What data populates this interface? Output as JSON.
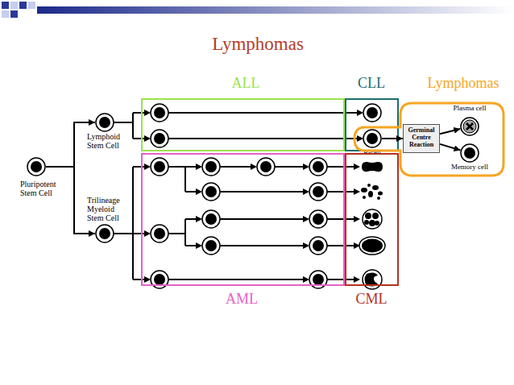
{
  "diagram": {
    "title": "Lymphomas",
    "nodes": [
      {
        "text": [
          "ALL"
        ]
      },
      {
        "text": [
          "CLL"
        ]
      },
      {
        "text": [
          "B-cell"
        ],
        "in": 1
      },
      {
        "text": [
          "Lymphomas"
        ]
      },
      {
        "text": [
          "Germinal Centre Reaction"
        ],
        "in": 3
      },
      {
        "text": [
          "Plasma cell"
        ],
        "in": 3
      },
      {
        "text": [
          "Memory cell"
        ],
        "in": 3
      },
      {
        "text": [
          "Lymphoid Stem Cell"
        ]
      },
      {
        "text": [
          "Pluripotent Stem Cell"
        ]
      },
      {
        "text": [
          "Trilineage Myeloid Stem Cell"
        ]
      },
      {
        "text": [
          "AML"
        ]
      },
      {
        "text": [
          "CML"
        ]
      }
    ],
    "edges": [
      {
        "from": 8,
        "to": 7,
        "arrow": "to"
      },
      {
        "from": 8,
        "to": 9,
        "arrow": "to"
      },
      {
        "from": 2,
        "to": 4,
        "arrow": "to"
      },
      {
        "from": 4,
        "to": 5,
        "arrow": "to"
      },
      {
        "from": 4,
        "to": 6,
        "arrow": "to"
      }
    ]
  }
}
